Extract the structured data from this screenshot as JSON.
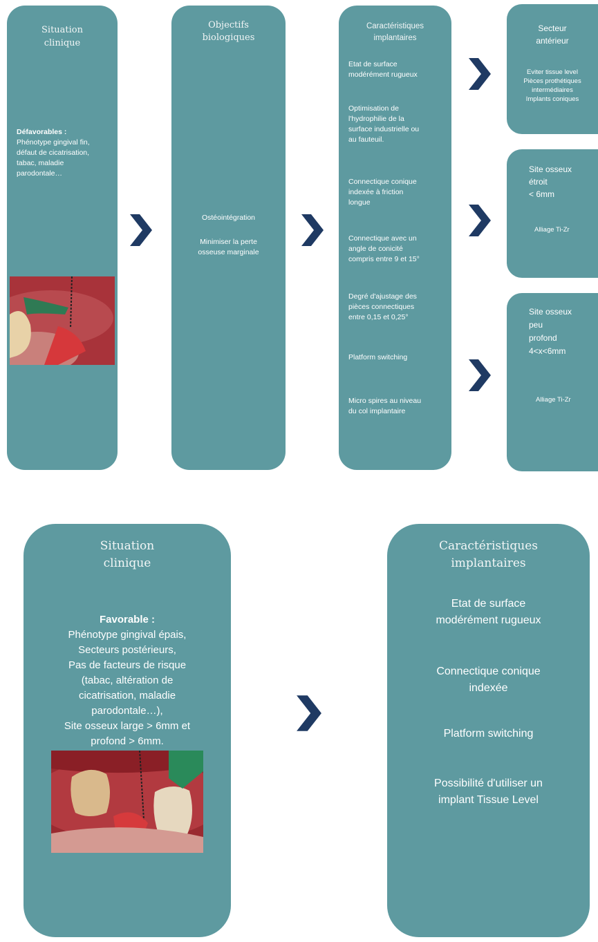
{
  "colors": {
    "box": "#5e9aa0",
    "arrow": "#1f3a63",
    "text": "#ffffff"
  },
  "top": {
    "situation": {
      "title": "Situation\nclinique",
      "label": "Défavorables :",
      "text": "Phénotype gingival fin,\ndéfaut de cicatrisation,\ntabac, maladie\nparodontale…"
    },
    "objectifs": {
      "title": "Objectifs\nbiologiques",
      "item1": "Ostéointégration",
      "item2": "Minimiser la perte\nosseuse marginale"
    },
    "caracteristiques": {
      "title": "Caractéristiques\nimplantaires",
      "items": [
        "Etat de surface\nmodérément rugueux",
        "Optimisation de\nl'hydrophilie de la\nsurface industrielle ou\nau fauteuil.",
        "Connectique conique\nindexée à friction\nlongue",
        "Connectique avec un\nangle de conicité\ncompris entre 9 et 15°",
        "Degré d'ajustage des\npièces connectiques\nentre 0,15 et 0,25°",
        "Platform switching",
        "Micro spires au niveau\ndu col implantaire"
      ]
    },
    "secteur": {
      "title": "Secteur\nantérieur",
      "text": "Eviter tissue level\nPièces prothétiques\nintermédiaires\nImplants coniques"
    },
    "etroit": {
      "title": "Site osseux\nétroit\n< 6mm",
      "text": "Alliage Ti-Zr"
    },
    "peu_profond": {
      "title": "Site osseux\npeu\nprofond\n4<x<6mm",
      "text": "Alliage Ti-Zr"
    }
  },
  "bottom": {
    "situation": {
      "title": "Situation\nclinique",
      "label": "Favorable :",
      "text": "Phénotype gingival épais,\nSecteurs postérieurs,\nPas de facteurs de risque\n(tabac, altération de\ncicatrisation, maladie\nparodontale…),\nSite osseux large > 6mm et\nprofond > 6mm."
    },
    "caracteristiques": {
      "title": "Caractéristiques\nimplantaires",
      "items": [
        "Etat de surface\nmodérément rugueux",
        "Connectique conique\nindexée",
        "Platform switching",
        "Possibilité d'utiliser un\nimplant Tissue Level"
      ]
    }
  }
}
